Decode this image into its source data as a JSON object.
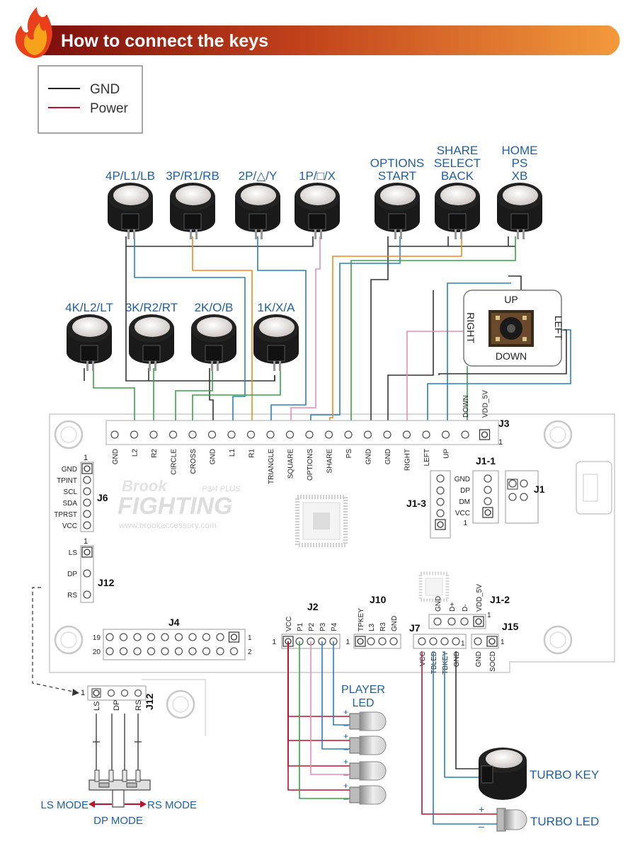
{
  "header": {
    "title": "How to connect the keys"
  },
  "legend": [
    {
      "label": "GND",
      "color": "#222222"
    },
    {
      "label": "Power",
      "color": "#c0102a"
    }
  ],
  "buttons_top": [
    {
      "lines": [
        "4P/L1/LB"
      ]
    },
    {
      "lines": [
        "3P/R1/RB"
      ]
    },
    {
      "lines": [
        "2P/△/Y"
      ]
    },
    {
      "lines": [
        "1P/□/X"
      ]
    },
    {
      "lines": [
        "OPTIONS",
        "START"
      ]
    },
    {
      "lines": [
        "SHARE",
        "SELECT",
        "BACK"
      ]
    },
    {
      "lines": [
        "HOME",
        "PS",
        "XB"
      ]
    }
  ],
  "buttons_mid": [
    {
      "lines": [
        "4K/L2/LT"
      ]
    },
    {
      "lines": [
        "3K/R2/RT"
      ]
    },
    {
      "lines": [
        "2K/O/B"
      ]
    },
    {
      "lines": [
        "1K/X/A"
      ]
    }
  ],
  "joystick": {
    "up": "UP",
    "down": "DOWN",
    "left": "LEFT",
    "right": "RIGHT"
  },
  "board": {
    "logo_brook": "Brook",
    "logo_fighting": "FIGHTING",
    "logo_sub": "P3/4 PLUS",
    "logo_url": "www.brookaccessory.com"
  },
  "j3": {
    "name": "J3",
    "one": "1",
    "pins": [
      "GND",
      "L2",
      "R2",
      "CIRCLE",
      "CROSS",
      "GND",
      "L1",
      "R1",
      "TRIANGLE",
      "SQUARE",
      "OPTIONS",
      "SHARE",
      "PS",
      "GND",
      "GND",
      "RIGHT",
      "LEFT",
      "UP",
      "DOWN",
      "VDD_5V"
    ]
  },
  "j6": {
    "name": "J6",
    "one": "1",
    "pins": [
      "GND",
      "TPINT",
      "SCL",
      "SDA",
      "TPRST",
      "VCC"
    ]
  },
  "j12": {
    "name": "J12",
    "one": "1",
    "pins": [
      "LS",
      "DP",
      "RS"
    ]
  },
  "j1_1": {
    "name": "J1-1",
    "one": "1",
    "pins": [
      "GND",
      "DP",
      "DM",
      "VCC"
    ]
  },
  "j1_3": {
    "name": "J1-3"
  },
  "j1": {
    "name": "J1"
  },
  "j4": {
    "name": "J4",
    "n19": "19",
    "n20": "20",
    "n1": "1",
    "n2": "2"
  },
  "j2": {
    "name": "J2",
    "one": "1",
    "pins": [
      "VCC",
      "P1",
      "P2",
      "P3",
      "P4"
    ]
  },
  "j10": {
    "name": "J10",
    "one": "1",
    "pins": [
      "TPKEY",
      "L3",
      "R3",
      "GND"
    ]
  },
  "j7": {
    "name": "J7",
    "one": "1",
    "pins": [
      "VCC",
      "TBLED",
      "TBKEY",
      "GND"
    ]
  },
  "j1_2": {
    "name": "J1-2",
    "one": "1",
    "pins": [
      "GND",
      "D+",
      "D-",
      "VDD_5V"
    ]
  },
  "j15": {
    "name": "J15",
    "one": "1",
    "pins": [
      "GND",
      "SOCD"
    ]
  },
  "j12_detail": {
    "name": "J12",
    "one": "1",
    "pins": [
      "LS",
      "DP",
      "RS"
    ],
    "ls_mode": "LS MODE",
    "rs_mode": "RS MODE",
    "dp_mode": "DP MODE"
  },
  "player_led": {
    "lines": [
      "PLAYER",
      "LED"
    ]
  },
  "turbo_key": "TURBO KEY",
  "turbo_led": "TURBO LED",
  "plus": "+",
  "minus": "–",
  "colors": {
    "header_dark": "#8a0f0f",
    "header_light": "#f39a3c",
    "label_blue": "#1f5fa5",
    "wire_black": "#333333",
    "wire_red": "#c0102a",
    "wire_blue": "#2a7fc4",
    "wire_orange": "#ef8a1f",
    "wire_pink": "#ec8cb4",
    "wire_green": "#3aa04a"
  }
}
